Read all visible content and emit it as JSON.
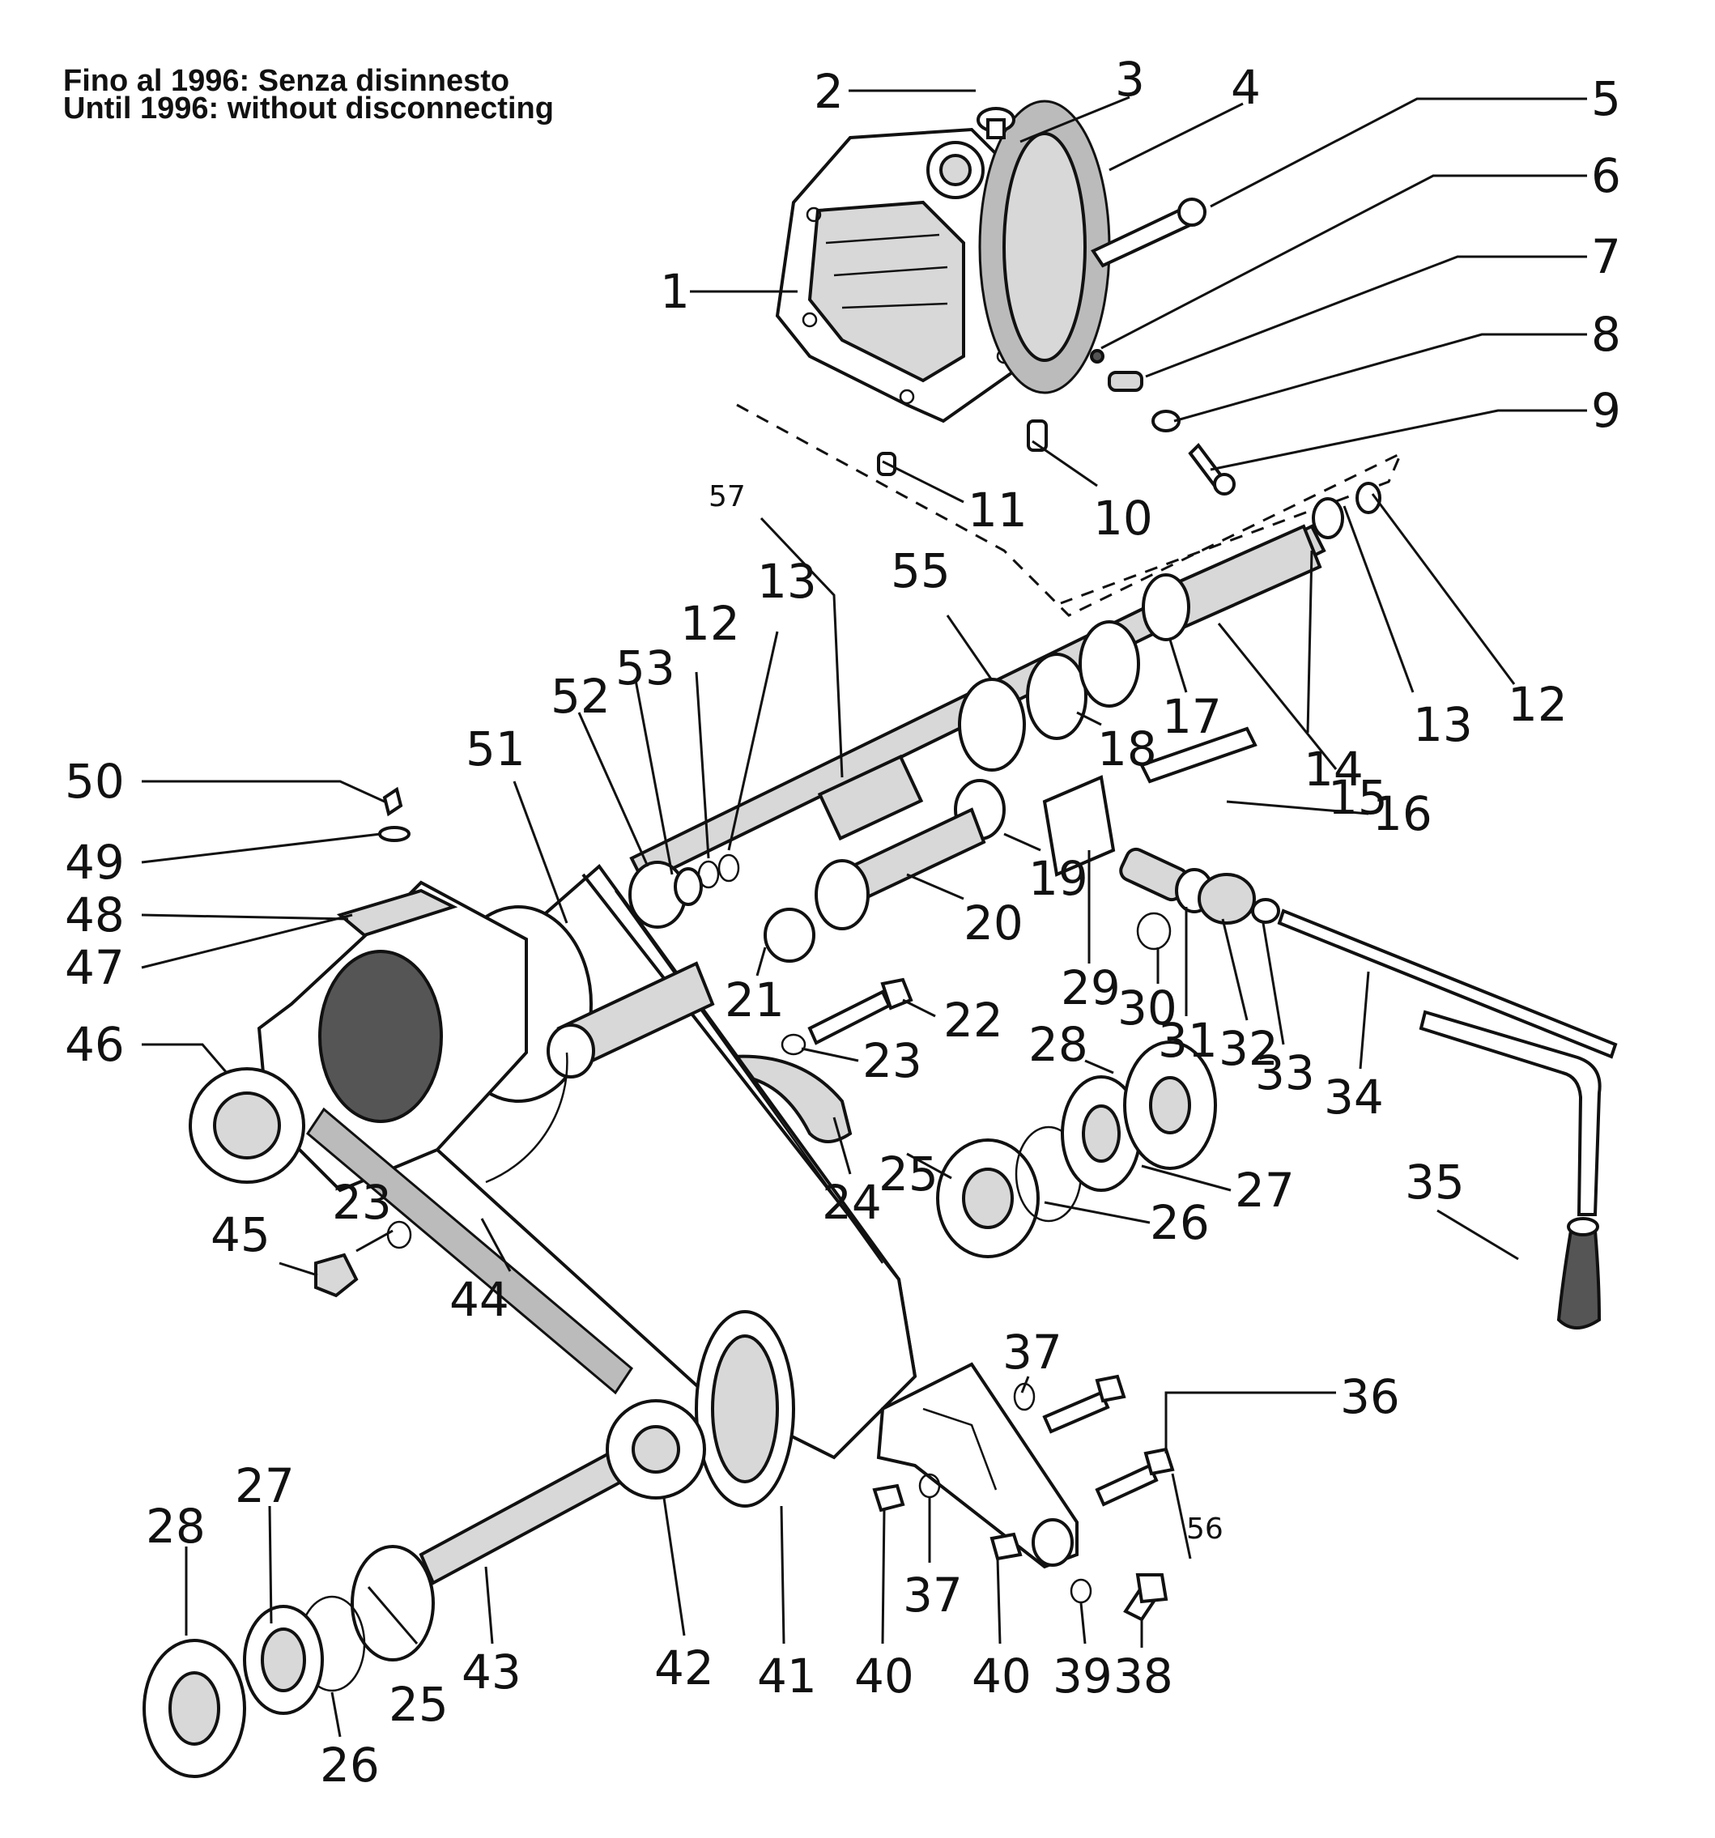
{
  "header": {
    "line_it": "Fino al 1996: Senza disinnesto",
    "line_en": "Until 1996: without disconnecting"
  },
  "callouts": {
    "c1": "1",
    "c2": "2",
    "c3": "3",
    "c4": "4",
    "c5": "5",
    "c6": "6",
    "c7": "7",
    "c8": "8",
    "c9": "9",
    "c10": "10",
    "c11": "11",
    "c12a": "12",
    "c12b": "12",
    "c13a": "13",
    "c13b": "13",
    "c14": "14",
    "c15": "15",
    "c16": "16",
    "c17": "17",
    "c18": "18",
    "c19": "19",
    "c20": "20",
    "c21": "21",
    "c22": "22",
    "c23a": "23",
    "c23b": "23",
    "c24": "24",
    "c25a": "25",
    "c25b": "25",
    "c26a": "26",
    "c26b": "26",
    "c27a": "27",
    "c27b": "27",
    "c28a": "28",
    "c28b": "28",
    "c29": "29",
    "c30": "30",
    "c31": "31",
    "c32": "32",
    "c33": "33",
    "c34": "34",
    "c35": "35",
    "c36": "36",
    "c37a": "37",
    "c37b": "37",
    "c38": "38",
    "c39": "39",
    "c40a": "40",
    "c40b": "40",
    "c41": "41",
    "c42": "42",
    "c43": "43",
    "c44": "44",
    "c45": "45",
    "c46": "46",
    "c47": "47",
    "c48": "48",
    "c49": "49",
    "c50": "50",
    "c51": "51",
    "c52": "52",
    "c53": "53",
    "c55": "55",
    "c56": "56",
    "c57": "57"
  }
}
